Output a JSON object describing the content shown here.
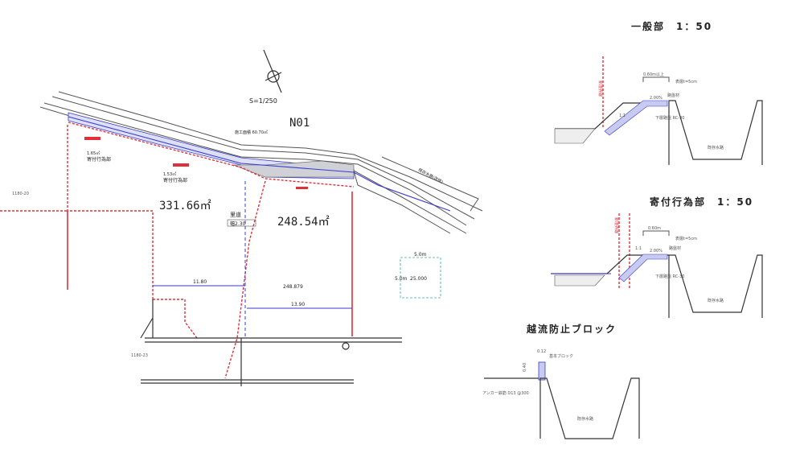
{
  "plan": {
    "scale": "S=1/250",
    "sheet_id": "N01",
    "work_area": "施工面積 60.70㎡",
    "area_left": "331.66㎡",
    "area_right": "248.54㎡",
    "donation_1": {
      "area": "1.65㎡",
      "label": "寄付行為部"
    },
    "donation_2": {
      "area": "1.53㎡",
      "label": "寄付行為部"
    },
    "path_label": "里道",
    "path_width": "幅2.30",
    "dim_left": "11.80",
    "dim_right": "13.90",
    "lot_right_area": "248.879",
    "box_width": "5.0m",
    "box_height": "5.0m",
    "box_area": "25.000",
    "road_label": "既存水路(改修)",
    "lot_left_no": "1180-20",
    "lot_bottom_no": "1180-23"
  },
  "sections": [
    {
      "title": "一般部　1：50",
      "width_label": "0.60m以上",
      "slope_label": "1:1",
      "grade_label": "2.00%",
      "surface": "表層t=5cm",
      "base": "路盤材",
      "subbase": "下層路盤 RC-30",
      "channel": "既存水路",
      "boundary": "新境界線"
    },
    {
      "title": "寄付行為部　1：50",
      "width_label": "0.60m",
      "slope_label": "1:1",
      "grade_label": "2.00%",
      "surface": "表層t=5cm",
      "base": "路盤材",
      "subbase": "下層路盤 RC-30",
      "channel": "既存水路",
      "boundary": "新境界線"
    },
    {
      "title": "越流防止ブロック",
      "width_label": "0.12",
      "height_label": "0.40",
      "block": "基本ブロック",
      "anchor": "アンカー鉄筋 D13 @300",
      "channel": "既存水路"
    }
  ],
  "colors": {
    "boundary": "#e0303a",
    "survey": "#3a3ad0",
    "line": "#555555"
  }
}
